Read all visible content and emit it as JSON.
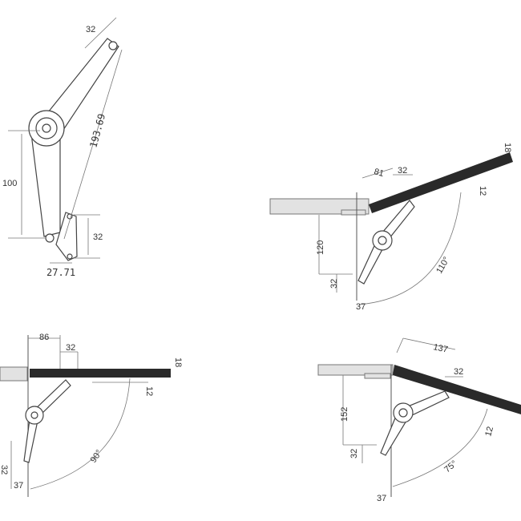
{
  "lever_detail": {
    "dim_top": "32",
    "dim_length": "193.69",
    "dim_height": "100",
    "dim_bracket": "32",
    "dim_offset": "27.71"
  },
  "opening_110": {
    "dim_a": "81",
    "dim_b": "32",
    "dim_thickness": "18",
    "dim_gap": "12",
    "dim_height": "120",
    "dim_bracket": "32",
    "dim_depth": "37",
    "angle": "110°"
  },
  "opening_90": {
    "dim_a": "86",
    "dim_b": "32",
    "dim_thickness": "18",
    "dim_gap": "12",
    "dim_bracket": "32",
    "dim_depth": "37",
    "angle": "90°"
  },
  "opening_75": {
    "dim_a": "137",
    "dim_b": "32",
    "dim_gap": "12",
    "dim_height": "152",
    "dim_bracket": "32",
    "dim_depth": "37",
    "angle": "75°"
  }
}
